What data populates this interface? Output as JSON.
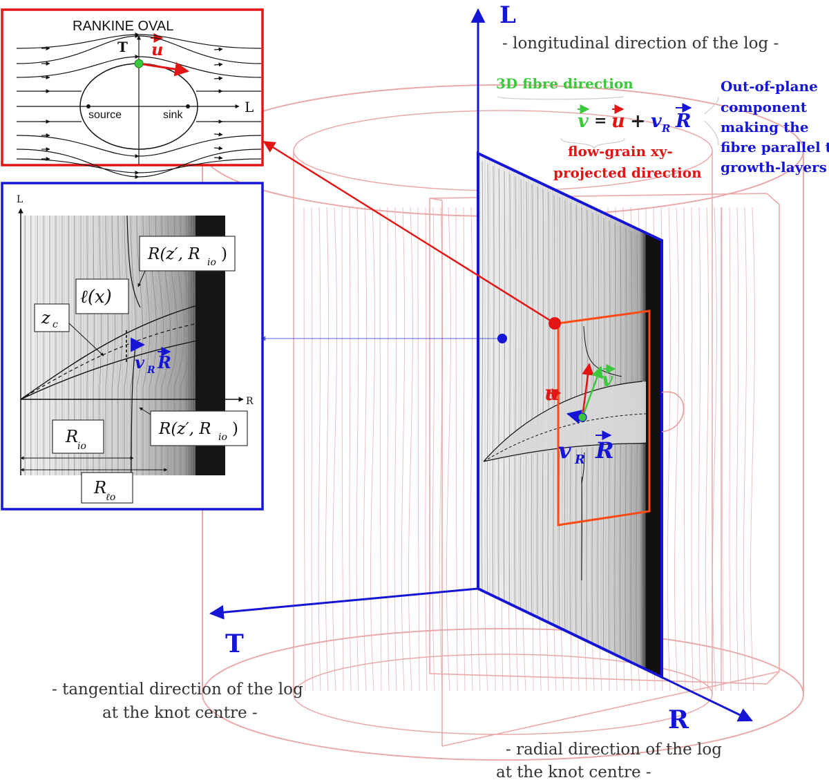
{
  "axes": {
    "L": "L",
    "L_desc": "- longitudinal direction of the log -",
    "T": "T",
    "T_desc_line1": "- tangential direction of the log",
    "T_desc_line2": "at the knot centre -",
    "R": "R",
    "R_desc_line1": "- radial direction of the log",
    "R_desc_line2": "at the knot centre -"
  },
  "labels": {
    "fibre_direction": "3D fibre direction",
    "eq_v": "v",
    "eq_eq": "=",
    "eq_u": "u",
    "eq_plus": "+",
    "eq_vR": "v",
    "eq_sub": "R",
    "eq_R": "R",
    "flow_grain_line1": "flow-grain xy-",
    "flow_grain_line2": "projected direction",
    "out_of_plane_line1": "Out-of-plane",
    "out_of_plane_line2": "component",
    "out_of_plane_line3": "making the",
    "out_of_plane_line4": "fibre parallel to",
    "out_of_plane_line5": "growth-layers"
  },
  "rankine": {
    "title": "RANKINE OVAL",
    "T": "T",
    "u": "u",
    "L": "L",
    "source": "source",
    "sink": "sink"
  },
  "knot_panel": {
    "L": "L",
    "R": "R",
    "R_upper": "R(z′, R",
    "R_upper_sub": "io",
    "R_lower": "R(z′, R",
    "R_lower_sub": "io",
    "ell": "ℓ(x)",
    "zc": "z",
    "zc_sub": "c",
    "vR": "v",
    "vR_sub": "R",
    "vR_R": "R",
    "Rio": "R",
    "Rio_sub": "io",
    "Rlo": "R",
    "Rlo_sub": "ℓo"
  },
  "main_panel": {
    "u": "u",
    "v": "v",
    "vR": "v",
    "vR_sub": "R",
    "R": "R"
  },
  "colors": {
    "blue": "#1515d6",
    "red": "#e21414",
    "green": "#3cc83c",
    "orange": "#ff4a14",
    "pink": "#e79a9a"
  }
}
